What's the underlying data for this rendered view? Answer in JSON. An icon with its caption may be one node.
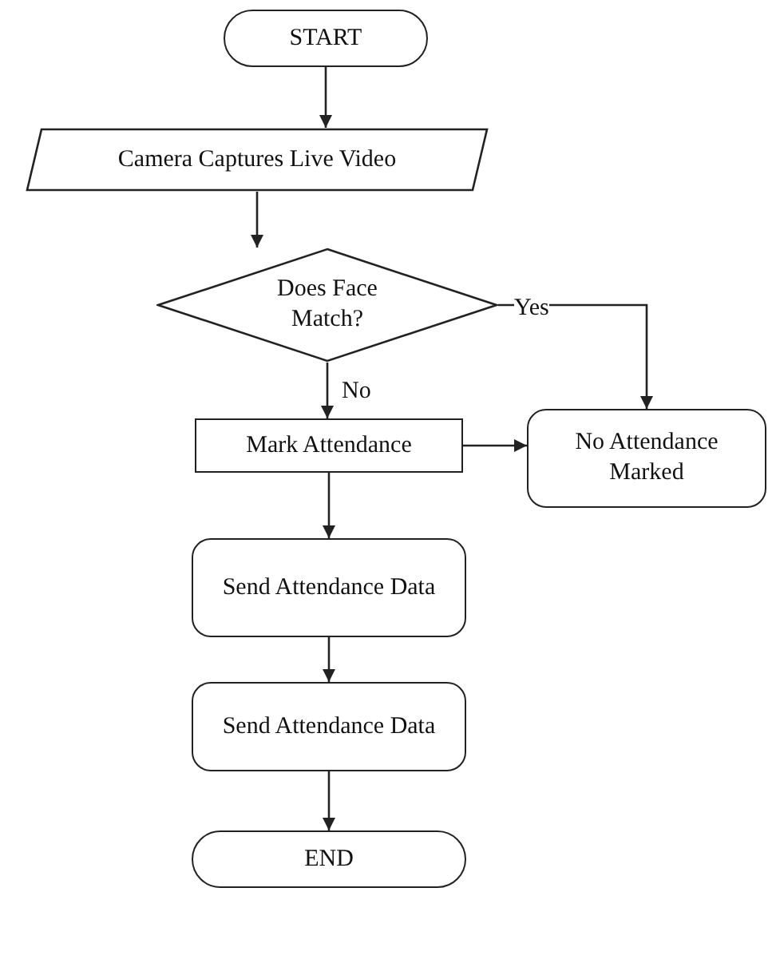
{
  "diagram": {
    "nodes": [
      {
        "text": [
          "START"
        ]
      },
      {
        "text": [
          "Camera Captures Live Video"
        ]
      },
      {
        "text": [
          "Does Face Match?"
        ]
      },
      {
        "text": [
          "Mark Attendance"
        ]
      },
      {
        "text": [
          "No Attendance Marked"
        ]
      },
      {
        "text": [
          "Send Attendance Data"
        ]
      },
      {
        "text": [
          "Send Attendance Data"
        ]
      },
      {
        "text": [
          "END"
        ]
      }
    ],
    "edges": [
      {
        "from": 0,
        "to": 1,
        "arrow": "to"
      },
      {
        "from": 1,
        "to": 2,
        "arrow": "to"
      },
      {
        "from": 2,
        "to": 3,
        "arrow": "to",
        "label": "No"
      },
      {
        "from": 2,
        "to": 4,
        "arrow": "to",
        "label": "Yes"
      },
      {
        "from": 3,
        "to": 4,
        "arrow": "to"
      },
      {
        "from": 3,
        "to": 5,
        "arrow": "to"
      },
      {
        "from": 5,
        "to": 6,
        "arrow": "to"
      },
      {
        "from": 6,
        "to": 7,
        "arrow": "to"
      }
    ]
  }
}
